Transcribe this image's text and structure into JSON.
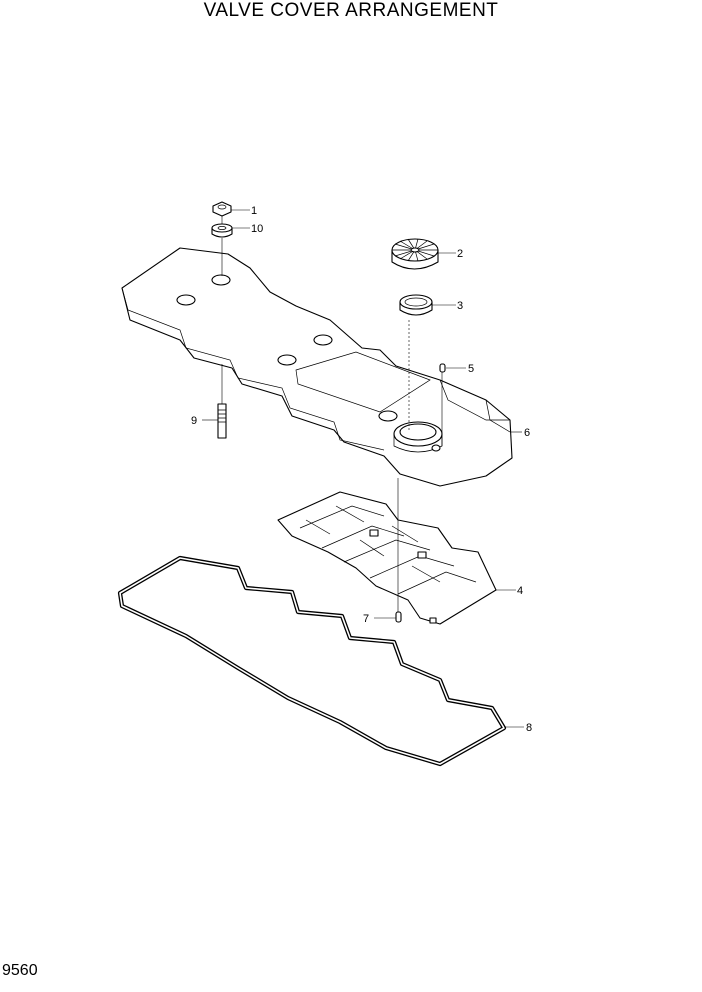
{
  "title": "VALVE COVER ARRANGEMENT",
  "page_number": "9560",
  "callouts": {
    "c1": "1",
    "c2": "2",
    "c3": "3",
    "c4": "4",
    "c5": "5",
    "c6": "6",
    "c7": "7",
    "c8": "8",
    "c9": "9",
    "c10": "10"
  },
  "colors": {
    "line": "#000000",
    "background": "#ffffff"
  }
}
